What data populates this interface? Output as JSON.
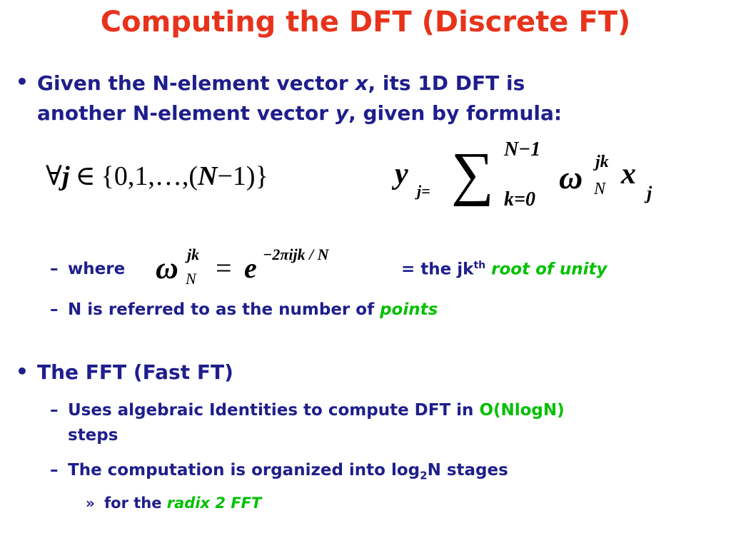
{
  "title": "Computing the DFT (Discrete FT)",
  "bullet1": {
    "line1_a": "Given the N-element vector ",
    "line1_var": "x",
    "line1_b": ", its 1D DFT is",
    "line2_a": "another N-element vector ",
    "line2_var": "y",
    "line2_b": ", given by formula:"
  },
  "formula_left": {
    "forall": "∀",
    "j": "j",
    "in": "∈",
    "set": "{0,1,…,(",
    "N": "N",
    "minus_one": "−1)}"
  },
  "formula_right": {
    "y": "y",
    "sub_j_eq": "j=",
    "sigma": "∑",
    "upper": "N−1",
    "lower": "k=0",
    "omega": "ω",
    "omega_sup": "jk",
    "omega_sub": "N",
    "x": "x",
    "x_sub": "j"
  },
  "sub_where": {
    "dash": "–",
    "where": "where",
    "omega": "ω",
    "omega_sup": "jk",
    "omega_sub": "N",
    "eq": "=",
    "e": "e",
    "exponent": "−2πijk / N",
    "equals_text": "= the jk",
    "th": "th",
    "root": "root of unity"
  },
  "sub_points": {
    "dash": "–",
    "text": "N is referred to as the number of ",
    "points": "points"
  },
  "bullet2": {
    "text": "The FFT (Fast FT)"
  },
  "sub_uses": {
    "dash": "–",
    "text": "Uses algebraic Identities to compute DFT in ",
    "big_o": "O(NlogN)",
    "line2": "steps"
  },
  "sub_computation": {
    "dash": "–",
    "text_a": "The computation is organized into log",
    "sub2": "2",
    "text_b": "N stages"
  },
  "subsub_radix": {
    "marker": "»",
    "text": "for the ",
    "radix": "radix 2 FFT"
  }
}
